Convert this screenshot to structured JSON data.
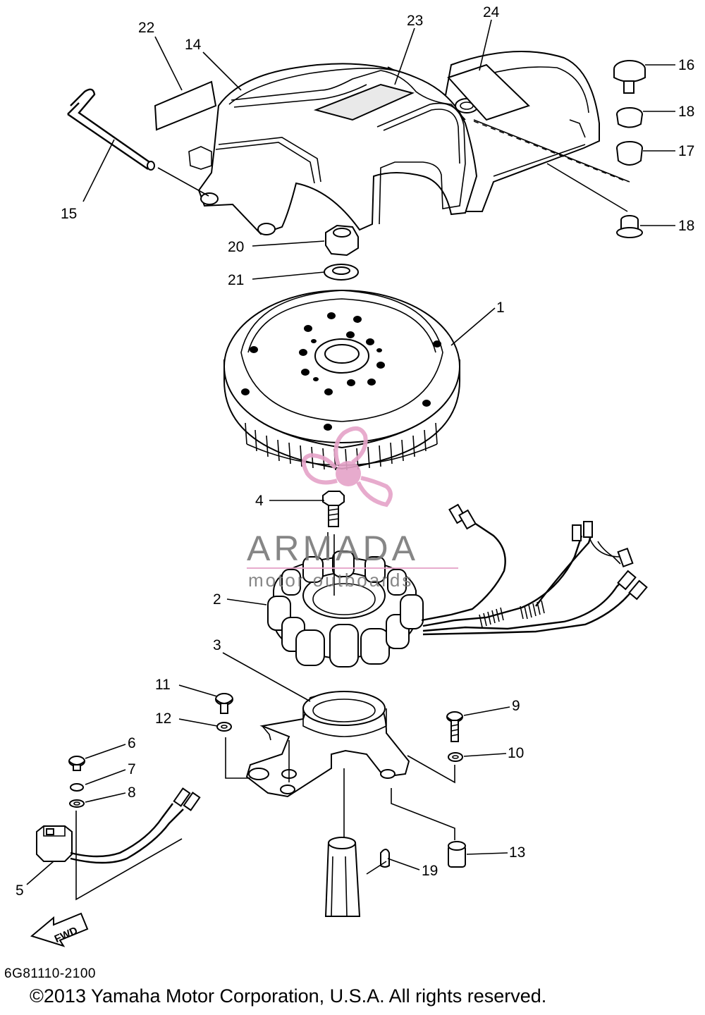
{
  "diagram": {
    "part_labels": {
      "p1": "1",
      "p2": "2",
      "p3": "3",
      "p4": "4",
      "p5": "5",
      "p6": "6",
      "p7": "7",
      "p8": "8",
      "p9": "9",
      "p10": "10",
      "p11": "11",
      "p12": "12",
      "p13": "13",
      "p14": "14",
      "p15": "15",
      "p16": "16",
      "p17": "17",
      "p18a": "18",
      "p18b": "18",
      "p19": "19",
      "p20": "20",
      "p21": "21",
      "p22": "22",
      "p23": "23",
      "p24": "24"
    },
    "fwd_label": "FWD",
    "diagram_code": "6G81110-2100",
    "copyright": "©2013 Yamaha Motor Corporation, U.S.A. All rights reserved."
  },
  "watermark": {
    "brand": "ARMADA",
    "tagline": "motor outboards",
    "color": "#e5a3c8",
    "text_color": "#7a7a7a"
  }
}
